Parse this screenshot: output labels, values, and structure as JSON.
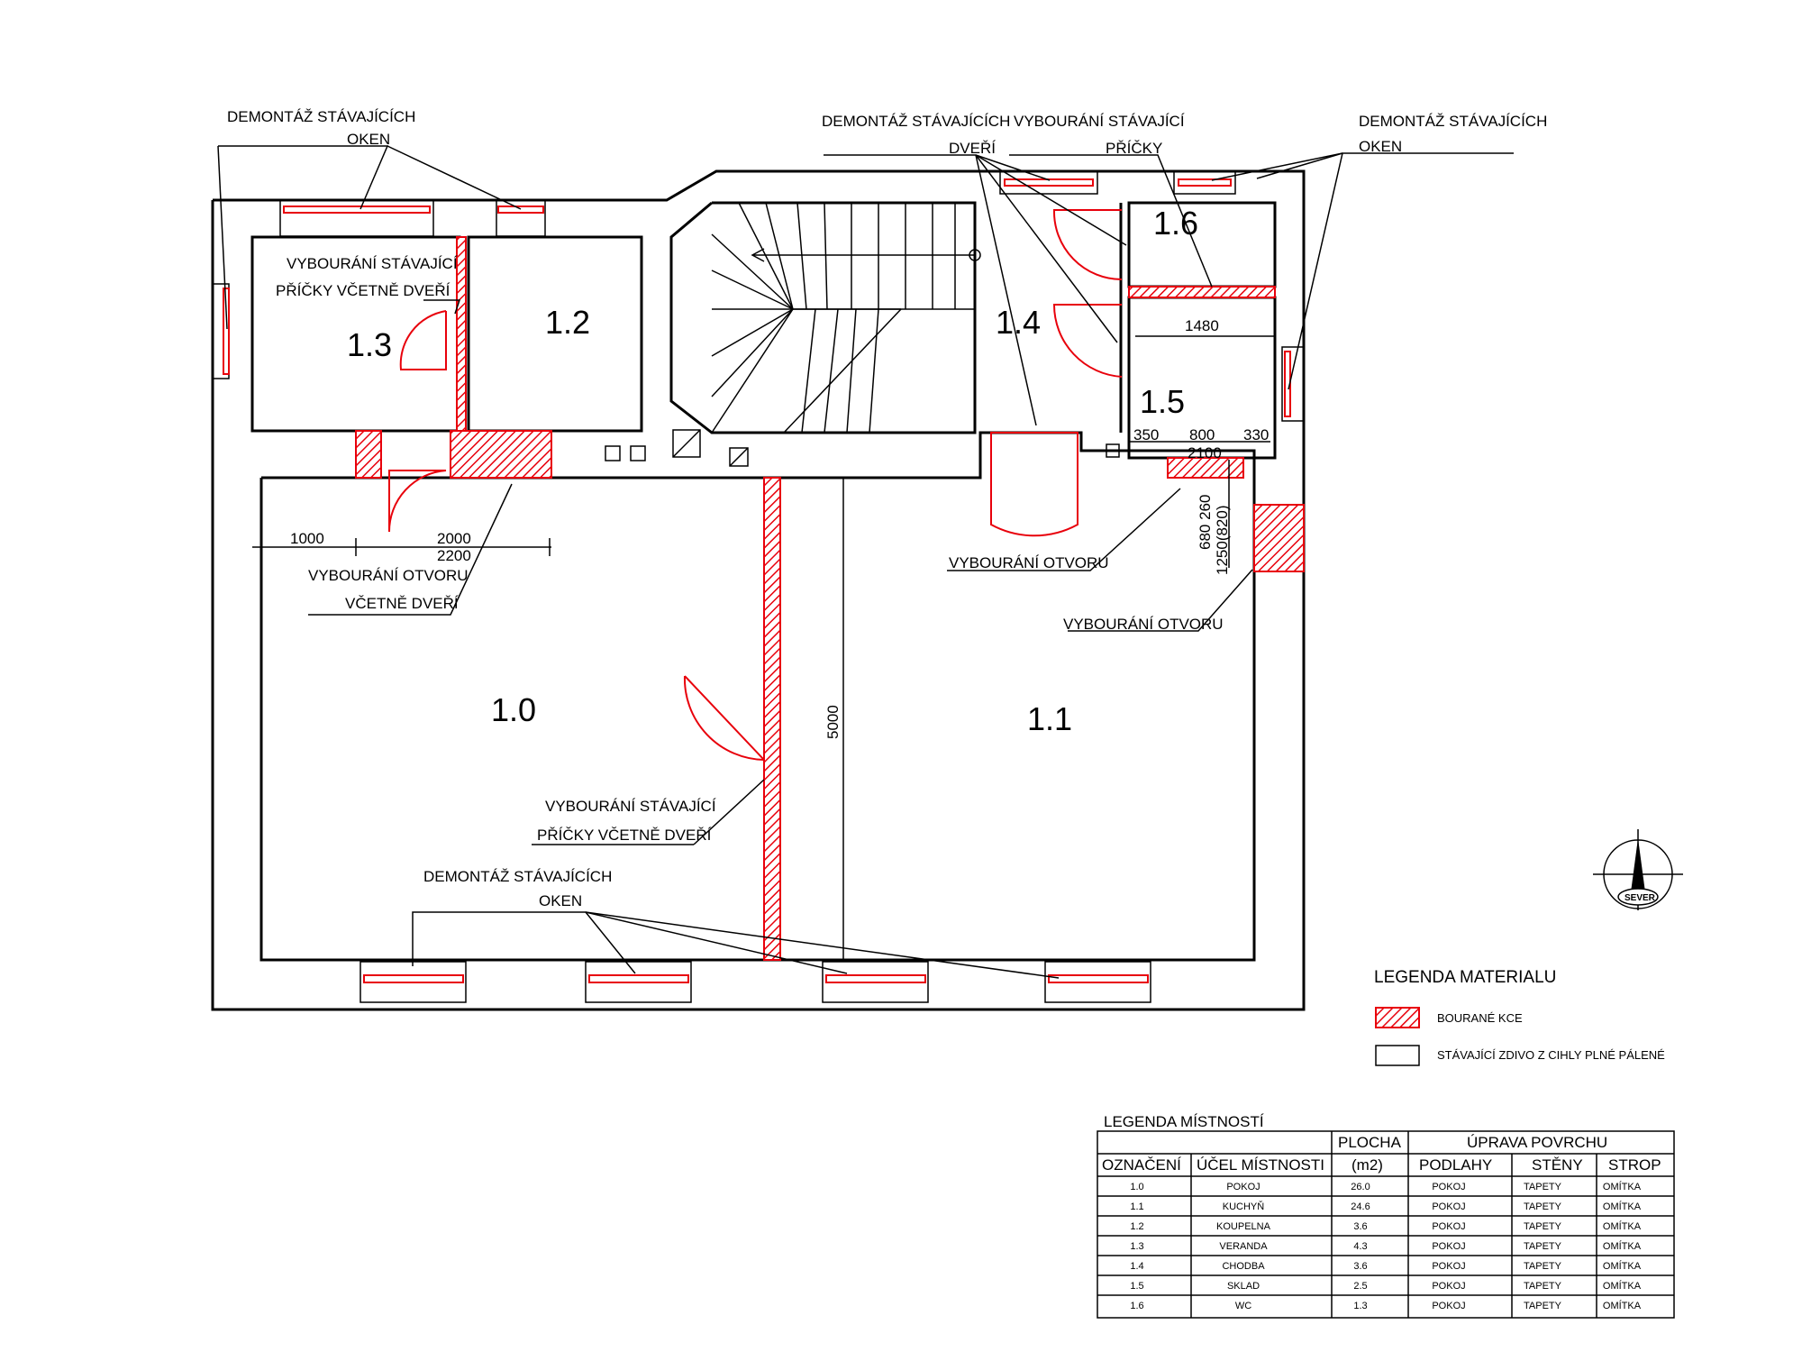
{
  "rooms": [
    {
      "label": "1.0"
    },
    {
      "label": "1.1"
    },
    {
      "label": "1.2"
    },
    {
      "label": "1.3"
    },
    {
      "label": "1.4"
    },
    {
      "label": "1.5"
    },
    {
      "label": "1.6"
    }
  ],
  "notes": {
    "windows_top_left": [
      "DEMONTÁŽ STÁVAJÍCÍCH",
      "OKEN"
    ],
    "doors_top": [
      "DEMONTÁŽ STÁVAJÍCÍCH",
      "DVEŘÍ"
    ],
    "partition_top": [
      "VYBOURÁNÍ STÁVAJÍCÍ",
      "PŘÍČKY"
    ],
    "windows_top_right": [
      "DEMONTÁŽ STÁVAJÍCÍCH",
      "OKEN"
    ],
    "partition_doors_13": [
      "VYBOURÁNÍ STÁVAJÍCÍ",
      "PŘÍČKY VČETNĚ DVEŘÍ"
    ],
    "opening_doors": [
      "VYBOURÁNÍ OTVORU",
      "VČETNĚ DVEŘÍ"
    ],
    "opening_center": "VYBOURÁNÍ OTVORU",
    "opening_right": "VYBOURÁNÍ OTVORU",
    "partition_doors_mid": [
      "VYBOURÁNÍ STÁVAJÍCÍ",
      "PŘÍČKY VČETNĚ DVEŘÍ"
    ],
    "windows_bottom": [
      "DEMONTÁŽ STÁVAJÍCÍCH",
      "OKEN"
    ]
  },
  "dimensions": {
    "d1000": "1000",
    "d2000": "2000",
    "d2200": "2200",
    "d5000": "5000",
    "d1480": "1480",
    "d350": "350",
    "d800": "800",
    "d330": "330",
    "d2100": "2100",
    "vertical_stack": "680 260",
    "vertical_stack_2": "1250(820)"
  },
  "compass": {
    "label": "SEVER"
  },
  "legend_material": {
    "title": "LEGENDA MATERIALU",
    "items": [
      {
        "label": "BOURANÉ KCE"
      },
      {
        "label": "STÁVAJÍCÍ ZDIVO Z CIHLY PLNÉ PÁLENÉ"
      }
    ]
  },
  "room_table": {
    "title": "LEGENDA MÍSTNOSTÍ",
    "header_plocha": "PLOCHA",
    "header_uprava": "ÚPRAVA POVRCHU",
    "columns": [
      "OZNAČENÍ",
      "ÚČEL MÍSTNOSTI",
      "(m2)",
      "PODLAHY",
      "STĚNY",
      "STROP"
    ],
    "rows": [
      [
        "1.0",
        "POKOJ",
        "26.0",
        "POKOJ",
        "TAPETY",
        "OMÍTKA"
      ],
      [
        "1.1",
        "KUCHYŇ",
        "24.6",
        "POKOJ",
        "TAPETY",
        "OMÍTKA"
      ],
      [
        "1.2",
        "KOUPELNA",
        "3.6",
        "POKOJ",
        "TAPETY",
        "OMÍTKA"
      ],
      [
        "1.3",
        "VERANDA",
        "4.3",
        "POKOJ",
        "TAPETY",
        "OMÍTKA"
      ],
      [
        "1.4",
        "CHODBA",
        "3.6",
        "POKOJ",
        "TAPETY",
        "OMÍTKA"
      ],
      [
        "1.5",
        "SKLAD",
        "2.5",
        "POKOJ",
        "TAPETY",
        "OMÍTKA"
      ],
      [
        "1.6",
        "WC",
        "1.3",
        "POKOJ",
        "TAPETY",
        "OMÍTKA"
      ]
    ]
  }
}
